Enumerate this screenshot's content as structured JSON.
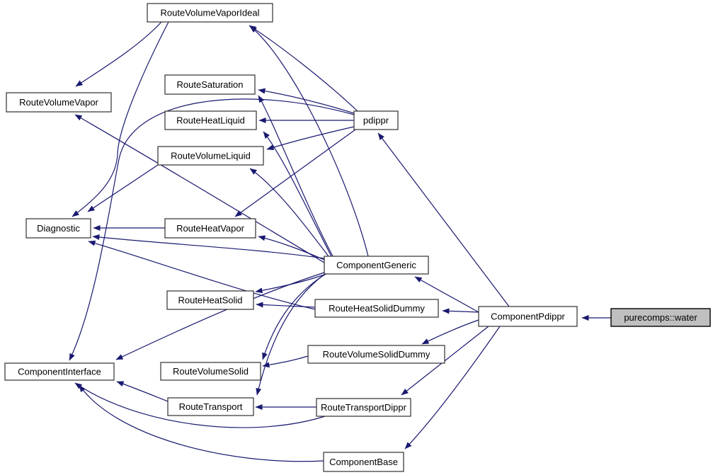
{
  "diagram": {
    "type": "doxygen-inheritance-graph",
    "background_color": "#ffffff",
    "edge_color": "#191970",
    "node_fill": "#ffffff",
    "node_border": "#303030",
    "highlight_fill": "#bfbfbf",
    "highlighted_node": "purecomps::water",
    "nodes": [
      {
        "id": "rvvi",
        "label": "RouteVolumeVaporIdeal",
        "highlighted": false
      },
      {
        "id": "rvv",
        "label": "RouteVolumeVapor",
        "highlighted": false
      },
      {
        "id": "rsat",
        "label": "RouteSaturation",
        "highlighted": false
      },
      {
        "id": "rhl",
        "label": "RouteHeatLiquid",
        "highlighted": false
      },
      {
        "id": "rvl",
        "label": "RouteVolumeLiquid",
        "highlighted": false
      },
      {
        "id": "pdippr",
        "label": "pdippr",
        "highlighted": false
      },
      {
        "id": "diag",
        "label": "Diagnostic",
        "highlighted": false
      },
      {
        "id": "rhv",
        "label": "RouteHeatVapor",
        "highlighted": false
      },
      {
        "id": "cg",
        "label": "ComponentGeneric",
        "highlighted": false
      },
      {
        "id": "rhs",
        "label": "RouteHeatSolid",
        "highlighted": false
      },
      {
        "id": "rhsd",
        "label": "RouteHeatSolidDummy",
        "highlighted": false
      },
      {
        "id": "cp",
        "label": "ComponentPdippr",
        "highlighted": false
      },
      {
        "id": "water",
        "label": "purecomps::water",
        "highlighted": true
      },
      {
        "id": "rvsd",
        "label": "RouteVolumeSolidDummy",
        "highlighted": false
      },
      {
        "id": "ci",
        "label": "ComponentInterface",
        "highlighted": false
      },
      {
        "id": "rvs",
        "label": "RouteVolumeSolid",
        "highlighted": false
      },
      {
        "id": "rt",
        "label": "RouteTransport",
        "highlighted": false
      },
      {
        "id": "rtd",
        "label": "RouteTransportDippr",
        "highlighted": false
      },
      {
        "id": "cb",
        "label": "ComponentBase",
        "highlighted": false
      }
    ],
    "edges": [
      {
        "from": "purecomps::water",
        "to": "ComponentPdippr"
      },
      {
        "from": "ComponentPdippr",
        "to": "pdippr"
      },
      {
        "from": "ComponentPdippr",
        "to": "ComponentGeneric"
      },
      {
        "from": "ComponentPdippr",
        "to": "RouteHeatSolidDummy"
      },
      {
        "from": "ComponentPdippr",
        "to": "RouteVolumeSolidDummy"
      },
      {
        "from": "ComponentPdippr",
        "to": "RouteTransportDippr"
      },
      {
        "from": "ComponentPdippr",
        "to": "ComponentBase"
      },
      {
        "from": "pdippr",
        "to": "RouteVolumeVaporIdeal"
      },
      {
        "from": "pdippr",
        "to": "RouteSaturation"
      },
      {
        "from": "pdippr",
        "to": "RouteHeatLiquid"
      },
      {
        "from": "pdippr",
        "to": "RouteVolumeLiquid"
      },
      {
        "from": "pdippr",
        "to": "RouteHeatVapor"
      },
      {
        "from": "pdippr",
        "to": "ComponentInterface"
      },
      {
        "from": "ComponentGeneric",
        "to": "RouteVolumeVaporIdeal"
      },
      {
        "from": "ComponentGeneric",
        "to": "RouteSaturation"
      },
      {
        "from": "ComponentGeneric",
        "to": "RouteHeatLiquid"
      },
      {
        "from": "ComponentGeneric",
        "to": "RouteVolumeLiquid"
      },
      {
        "from": "ComponentGeneric",
        "to": "RouteHeatVapor"
      },
      {
        "from": "ComponentGeneric",
        "to": "RouteVolumeVapor"
      },
      {
        "from": "ComponentGeneric",
        "to": "Diagnostic"
      },
      {
        "from": "ComponentGeneric",
        "to": "RouteHeatSolid"
      },
      {
        "from": "ComponentGeneric",
        "to": "RouteVolumeSolid"
      },
      {
        "from": "ComponentGeneric",
        "to": "RouteTransport"
      },
      {
        "from": "ComponentGeneric",
        "to": "ComponentInterface"
      },
      {
        "from": "RouteVolumeVaporIdeal",
        "to": "RouteVolumeVapor"
      },
      {
        "from": "RouteVolumeVaporIdeal",
        "to": "Diagnostic"
      },
      {
        "from": "RouteVolumeLiquid",
        "to": "Diagnostic"
      },
      {
        "from": "RouteHeatVapor",
        "to": "Diagnostic"
      },
      {
        "from": "RouteHeatSolidDummy",
        "to": "Diagnostic"
      },
      {
        "from": "RouteHeatSolidDummy",
        "to": "RouteHeatSolid"
      },
      {
        "from": "RouteVolumeSolidDummy",
        "to": "RouteVolumeSolid"
      },
      {
        "from": "RouteTransportDippr",
        "to": "RouteTransport"
      },
      {
        "from": "RouteTransport",
        "to": "ComponentInterface"
      },
      {
        "from": "RouteTransportDippr",
        "to": "ComponentInterface"
      },
      {
        "from": "ComponentBase",
        "to": "ComponentInterface"
      }
    ]
  }
}
